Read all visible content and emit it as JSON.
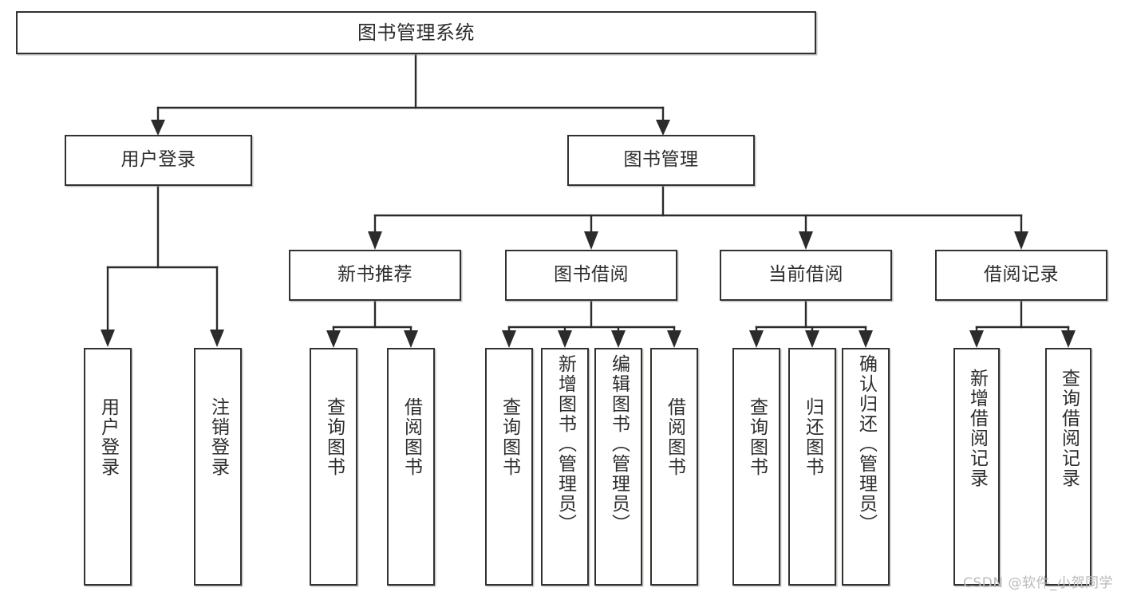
{
  "diagram": {
    "title": "图书管理系统",
    "type": "tree",
    "colors": {
      "box_border": "#33322f",
      "box_fill": "#ffffff",
      "connector": "#2b2b2b",
      "text": "#2d2d2d",
      "watermark": "#b9b9b9"
    },
    "levels": {
      "root": {
        "label": "图书管理系统"
      },
      "level2": [
        {
          "label": "用户登录"
        },
        {
          "label": "图书管理"
        }
      ],
      "level3": [
        {
          "label": "新书推荐"
        },
        {
          "label": "图书借阅"
        },
        {
          "label": "当前借阅"
        },
        {
          "label": "借阅记录"
        }
      ],
      "leaves": {
        "user_login": [
          {
            "label": "用户登录"
          },
          {
            "label": "注销登录"
          }
        ],
        "new_book_recommend": [
          {
            "label": "查询图书"
          },
          {
            "label": "借阅图书"
          }
        ],
        "book_borrow": [
          {
            "label": "查询图书"
          },
          {
            "label": "新增图书（管理员）"
          },
          {
            "label": "编辑图书（管理员）"
          },
          {
            "label": "借阅图书"
          }
        ],
        "current_borrow": [
          {
            "label": "查询图书"
          },
          {
            "label": "归还图书"
          },
          {
            "label": "确认归还（管理员）"
          }
        ],
        "borrow_record": [
          {
            "label": "新增借阅记录"
          },
          {
            "label": "查询借阅记录"
          }
        ]
      }
    },
    "watermark": "CSDN @软件_小贺同学"
  }
}
